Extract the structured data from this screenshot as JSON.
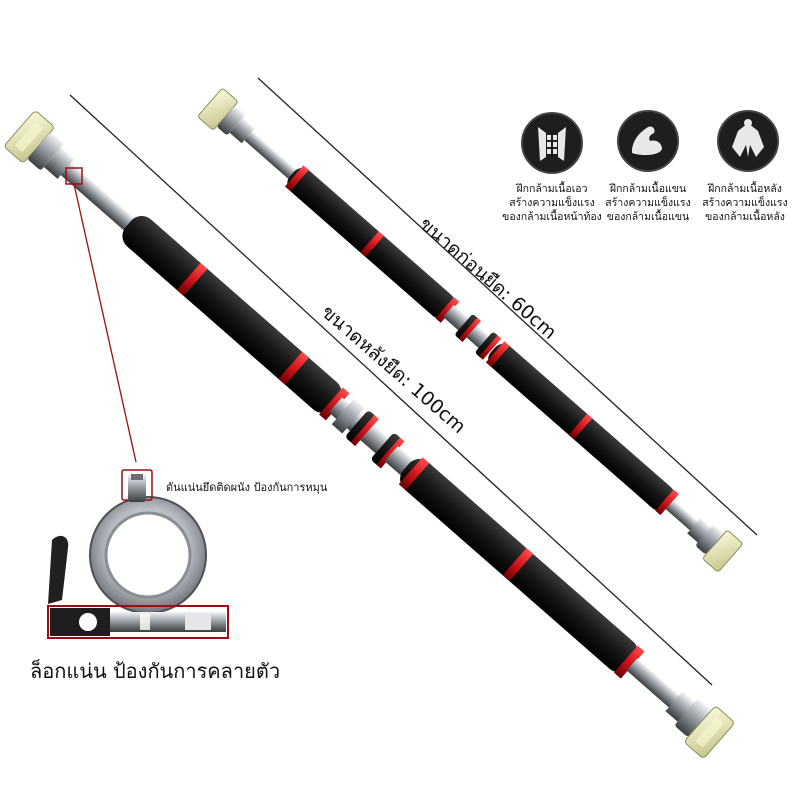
{
  "labels": {
    "size_before": "ขนาดก่อนยืด: 60cm",
    "size_after": "ขนาดหลังยืด: 100cm",
    "bolt_caption": "ดันแน่นยึดติดผนัง ป้องกันการหมุน",
    "lock_caption": "ล็อกแน่น ป้องกันการคลายตัว"
  },
  "features": [
    {
      "icon": "abs-muscle-icon",
      "caption": "ฝึกกล้ามเนื้อเอว\nสร้างความแข็งแรง\nของกล้ามเนื้อหน้าท้อง"
    },
    {
      "icon": "biceps-arm-icon",
      "caption": "ฝึกกล้ามเนื้อแขน\nสร้างความแข็งแรง\nของกล้ามเนื้อแขน"
    },
    {
      "icon": "back-muscle-icon",
      "caption": "ฝึกกล้ามเนื้อหลัง\nสร้างความแข็งแรง\nของกล้ามเนื้อหลัง"
    }
  ],
  "colors": {
    "foam": "#1b1b1b",
    "accent_ring": "#d0141c",
    "chrome": "#c9ccd0",
    "end_cap": "#e8e6b0"
  }
}
